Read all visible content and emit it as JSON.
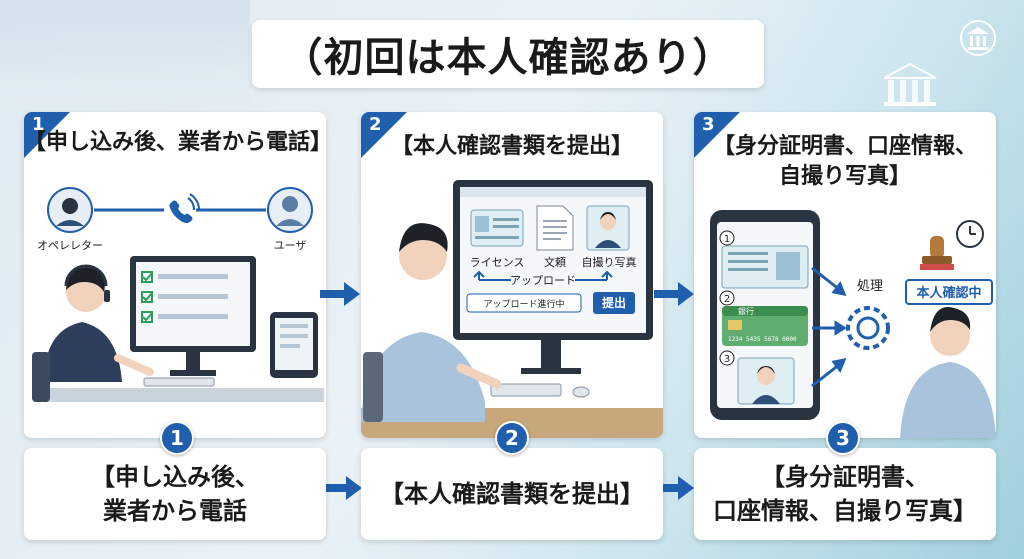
{
  "title": "（初回は本人確認あり）",
  "steps": [
    {
      "num": "1",
      "panel_title": "【申し込み後、業者から電話】",
      "labels": {
        "operator": "オペレレター",
        "user": "ユーザ"
      },
      "circle": "1",
      "bottom_lines": [
        "【申し込み後、",
        "業者から電話"
      ]
    },
    {
      "num": "2",
      "panel_title": "【本人確認書類を提出】",
      "labels": {
        "license": "ライセンス",
        "document": "文頼",
        "selfie": "自撮り写真",
        "upload": "アップロード",
        "progress": "アップロード進行中",
        "submit": "提出"
      },
      "circle": "2",
      "bottom_lines": [
        "【本人確認書類を提出】"
      ]
    },
    {
      "num": "3",
      "panel_title_lines": [
        "【身分証明書、口座情報、",
        "自撮り写真】"
      ],
      "labels": {
        "process": "処理",
        "stamp": "本人確認中",
        "item1": "1",
        "item2": "2",
        "item3": "3",
        "bank": "銀行",
        "card_number": "1234 5435 5678 0000"
      },
      "circle": "3",
      "bottom_lines": [
        "【身分証明書、",
        "口座情報、自撮り写真】"
      ]
    }
  ],
  "colors": {
    "accent": "#1f5fae",
    "arrow": "#1f5fae"
  }
}
